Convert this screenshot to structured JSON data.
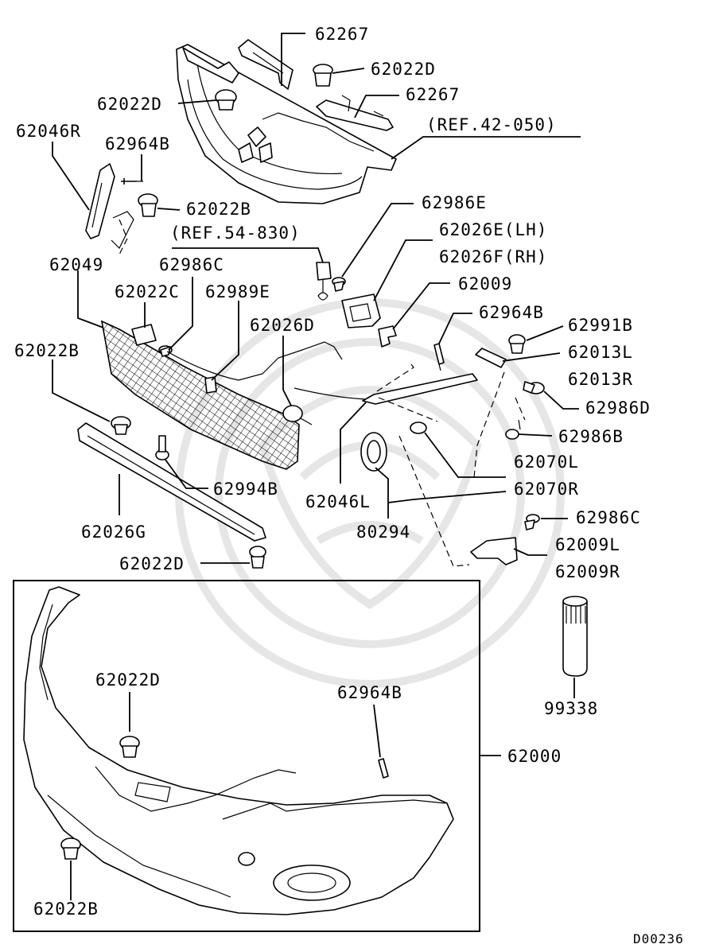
{
  "diagram_code": "D00236",
  "labels": {
    "l62267a": "62267",
    "l62022d_top": "62022D",
    "l62022d_left": "62022D",
    "l62267b": "62267",
    "lref42": "(REF.42-050)",
    "l62046r": "62046R",
    "l62964b_top": "62964B",
    "l62022b_top": "62022B",
    "l62986e": "62986E",
    "lref54": "(REF.54-830)",
    "l62026e": "62026E(LH)",
    "l62026f": "62026F(RH)",
    "l62049": "62049",
    "l62986c_top": "62986C",
    "l62009": "62009",
    "l62022c": "62022C",
    "l62989e": "62989E",
    "l62964b_mid": "62964B",
    "l62991b": "62991B",
    "l62026d": "62026D",
    "l62013l": "62013L",
    "l62022b_left": "62022B",
    "l62013r": "62013R",
    "l62986d": "62986D",
    "l62986b": "62986B",
    "l62070l": "62070L",
    "l62994b": "62994B",
    "l62070r": "62070R",
    "l62046l": "62046L",
    "l62026g": "62026G",
    "l80294": "80294",
    "l62986c_right": "62986C",
    "l62009l": "62009L",
    "l62022d_mid": "62022D",
    "l62009r": "62009R",
    "l62022d_box": "62022D",
    "l62964b_box": "62964B",
    "l99338": "99338",
    "l62000": "62000",
    "l62022b_box": "62022B"
  }
}
